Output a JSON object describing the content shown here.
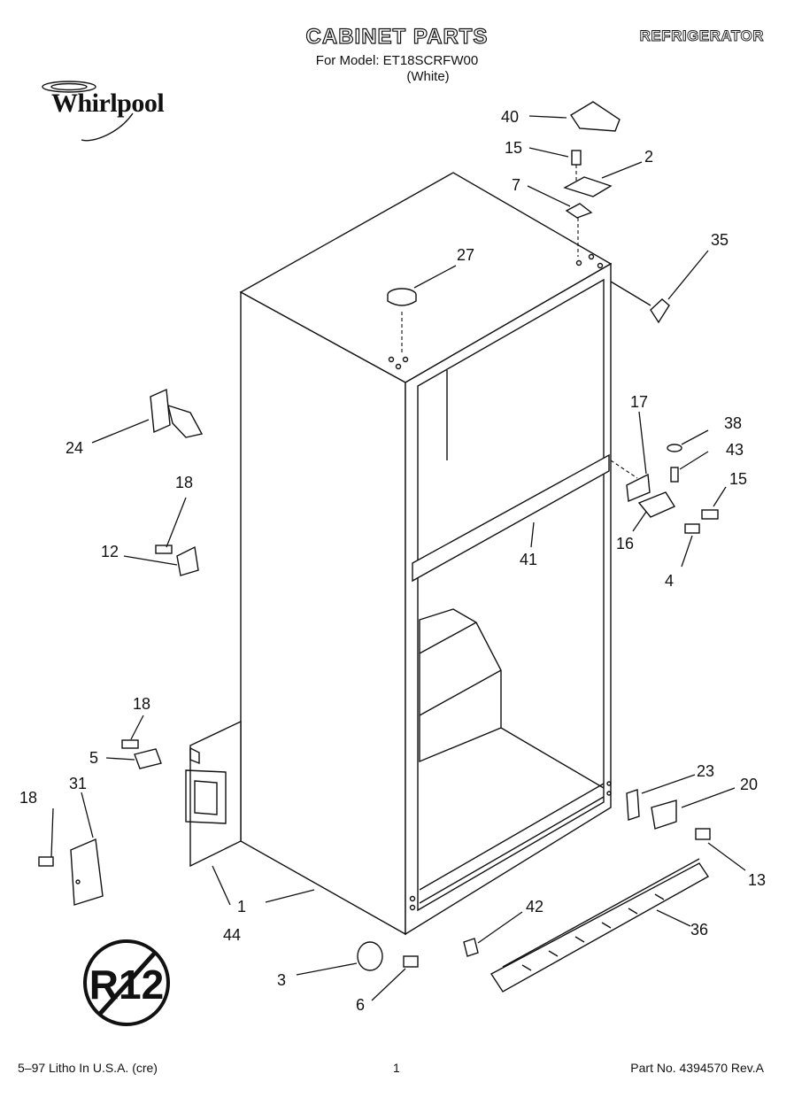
{
  "header": {
    "title": "CABINET PARTS",
    "model_line": "For Model: ET18SCRFW00",
    "variant": "(White)",
    "appliance": "REFRIGERATOR",
    "brand": "Whirlpool"
  },
  "footer": {
    "litho": "5–97 Litho In U.S.A. (cre)",
    "page": "1",
    "part_no": "Part No. 4394570 Rev.A"
  },
  "badge": {
    "text": "R12",
    "icon": "no-r12-icon"
  },
  "callouts": {
    "c1": "1",
    "c2": "2",
    "c3": "3",
    "c4": "4",
    "c5": "5",
    "c6": "6",
    "c7": "7",
    "c12": "12",
    "c13": "13",
    "c15a": "15",
    "c15b": "15",
    "c16": "16",
    "c17": "17",
    "c18a": "18",
    "c18b": "18",
    "c18c": "18",
    "c20": "20",
    "c23": "23",
    "c24": "24",
    "c27": "27",
    "c31": "31",
    "c35": "35",
    "c36": "36",
    "c38": "38",
    "c40": "40",
    "c41": "41",
    "c42": "42",
    "c43": "43",
    "c44": "44"
  }
}
